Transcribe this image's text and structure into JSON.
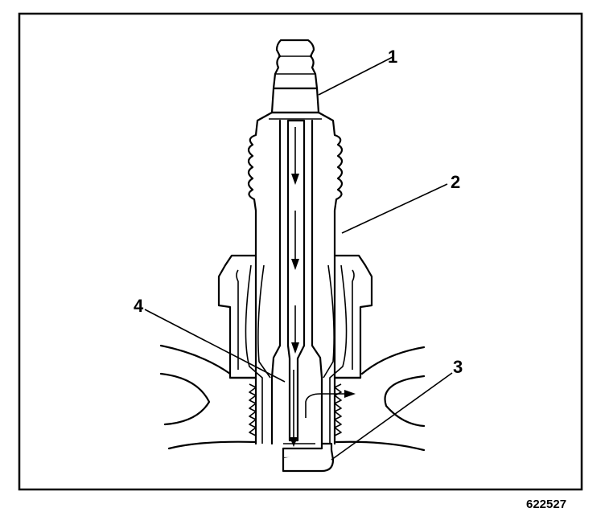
{
  "figure": {
    "callouts": [
      "1",
      "2",
      "3",
      "4"
    ],
    "figure_id": "622527",
    "icon": "spark-plug-cross-section"
  }
}
